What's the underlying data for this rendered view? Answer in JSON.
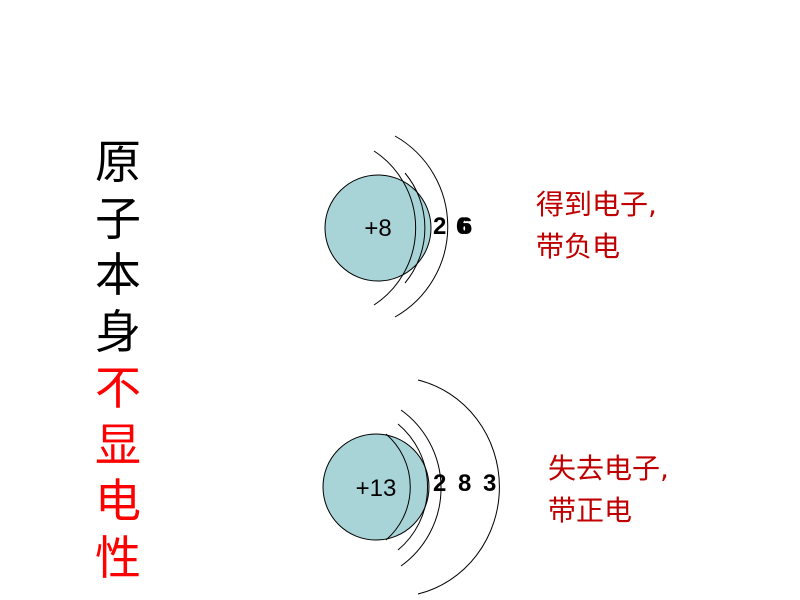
{
  "title": {
    "neutral_part": [
      "原",
      "子",
      "本",
      "身"
    ],
    "highlight_part": [
      "不",
      "显",
      "电",
      "性"
    ],
    "neutral_color": "#000000",
    "highlight_color": "#ff0000"
  },
  "atoms": [
    {
      "nucleus_label": "+8",
      "electron_labels": [
        "2",
        "6",
        "6"
      ],
      "note_lines": [
        "得到电子,",
        "带负电"
      ]
    },
    {
      "nucleus_label": "+13",
      "electron_labels": [
        "2",
        "8",
        "3"
      ],
      "note_lines": [
        "失去电子,",
        "带正电"
      ]
    }
  ],
  "colors": {
    "nucleus_fill": "#a8d4d8",
    "note_text": "#c00000"
  }
}
